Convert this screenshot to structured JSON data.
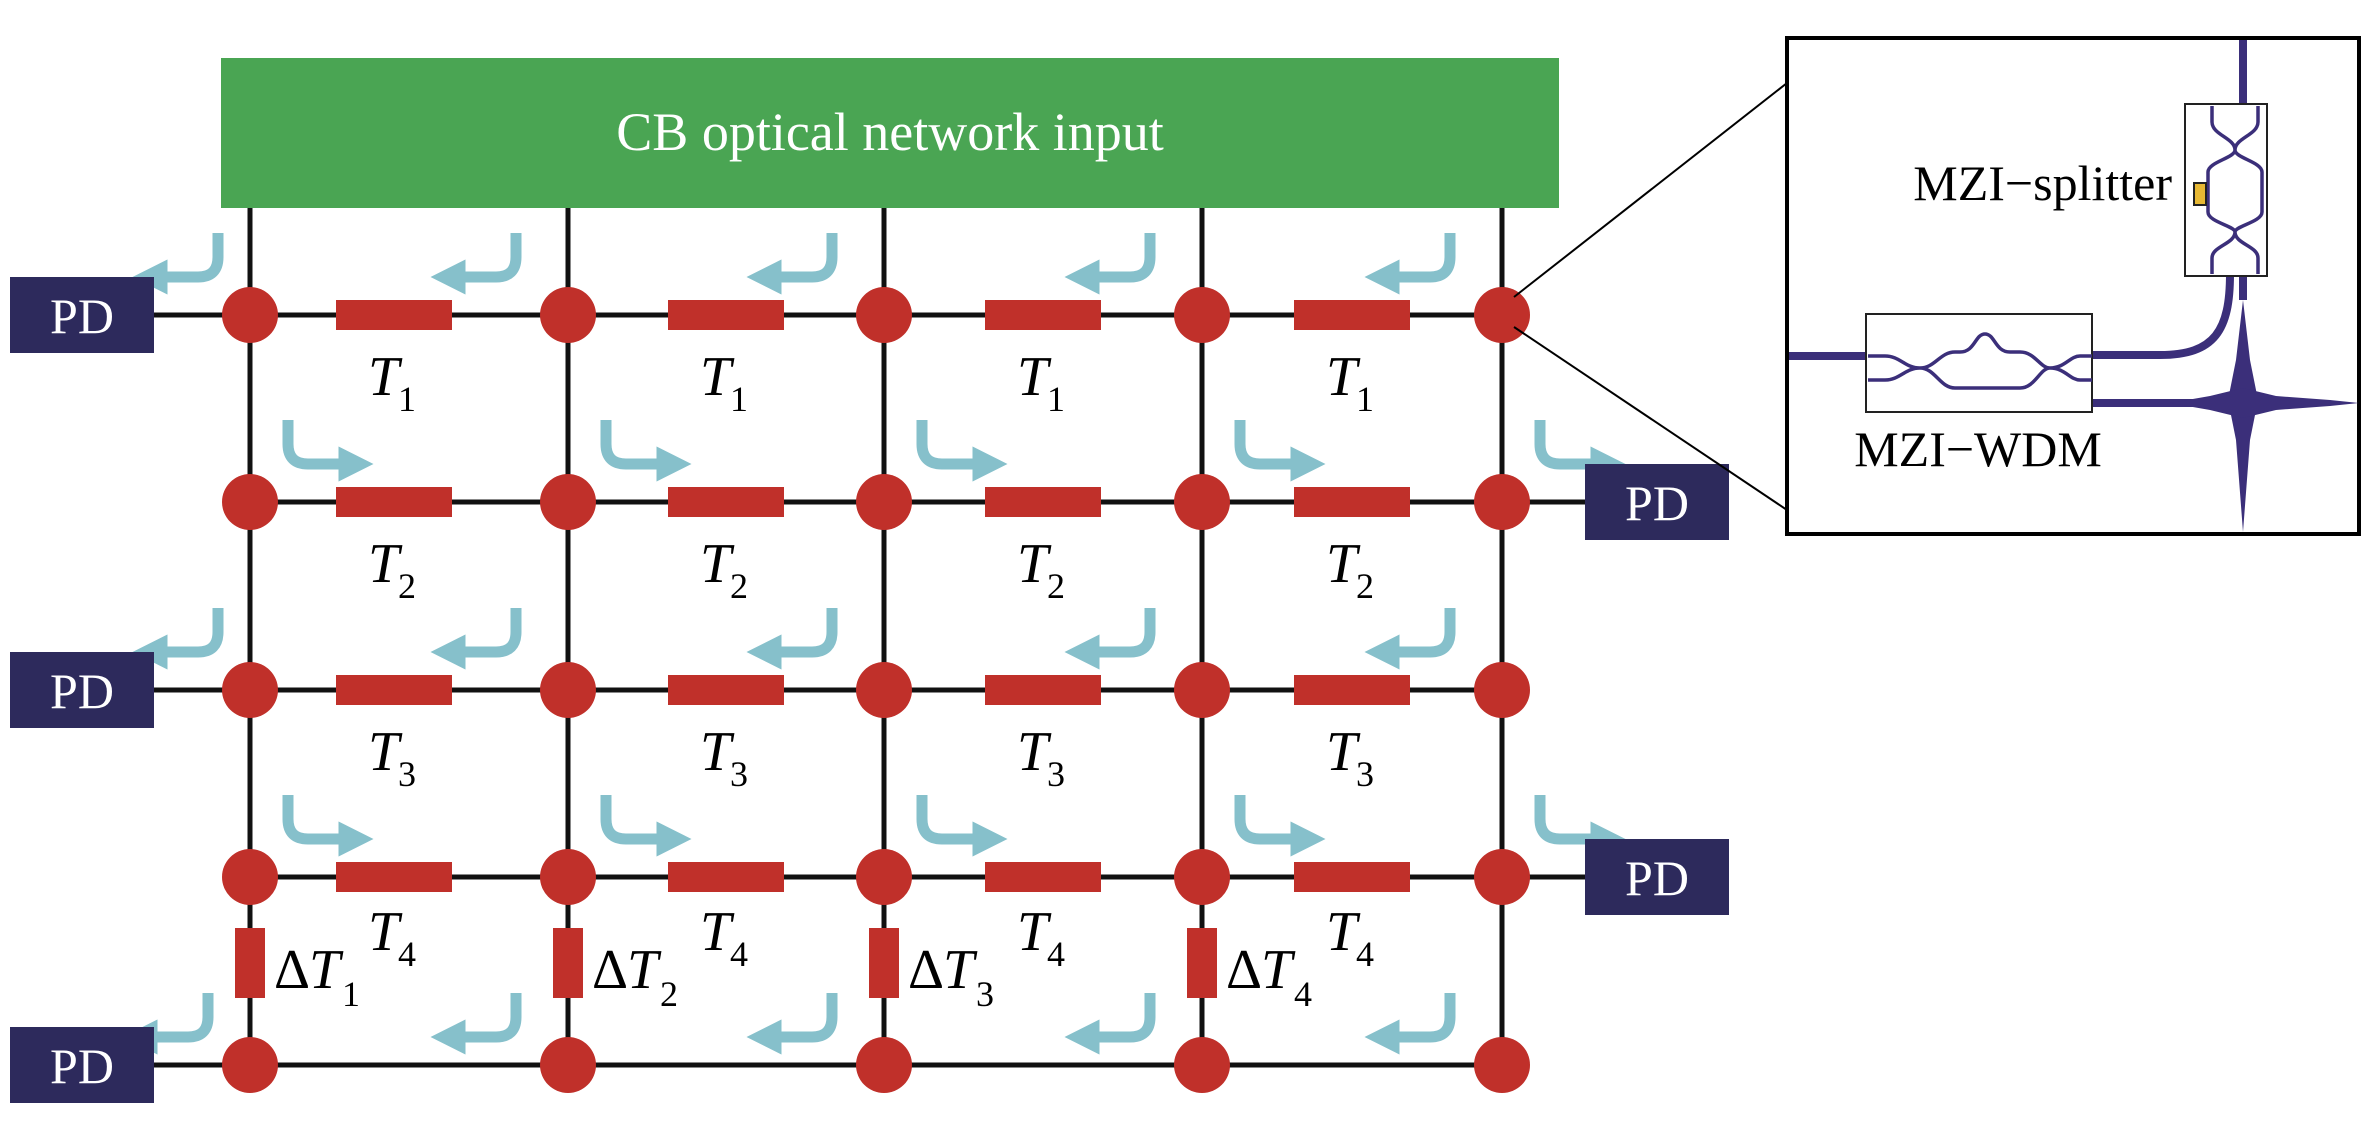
{
  "input_banner": {
    "label": "CB optical network input"
  },
  "pd_label": "PD",
  "row_delays": [
    {
      "var": "T",
      "sub": "1"
    },
    {
      "var": "T",
      "sub": "2"
    },
    {
      "var": "T",
      "sub": "3"
    },
    {
      "var": "T",
      "sub": "4"
    }
  ],
  "column_delays": [
    {
      "prefix": "Δ",
      "var": "T",
      "sub": "1"
    },
    {
      "prefix": "Δ",
      "var": "T",
      "sub": "2"
    },
    {
      "prefix": "Δ",
      "var": "T",
      "sub": "3"
    },
    {
      "prefix": "Δ",
      "var": "T",
      "sub": "4"
    }
  ],
  "inset": {
    "splitter_label": "MZI−splitter",
    "wdm_label": "MZI−WDM"
  },
  "colors": {
    "banner": "#4aa553",
    "node": "#c0302a",
    "delay": "#c0302a",
    "pd": "#2d2a5c",
    "arrow": "#86c0cb",
    "waveguide": "#3b2f7a",
    "heater": "#e7b834"
  }
}
